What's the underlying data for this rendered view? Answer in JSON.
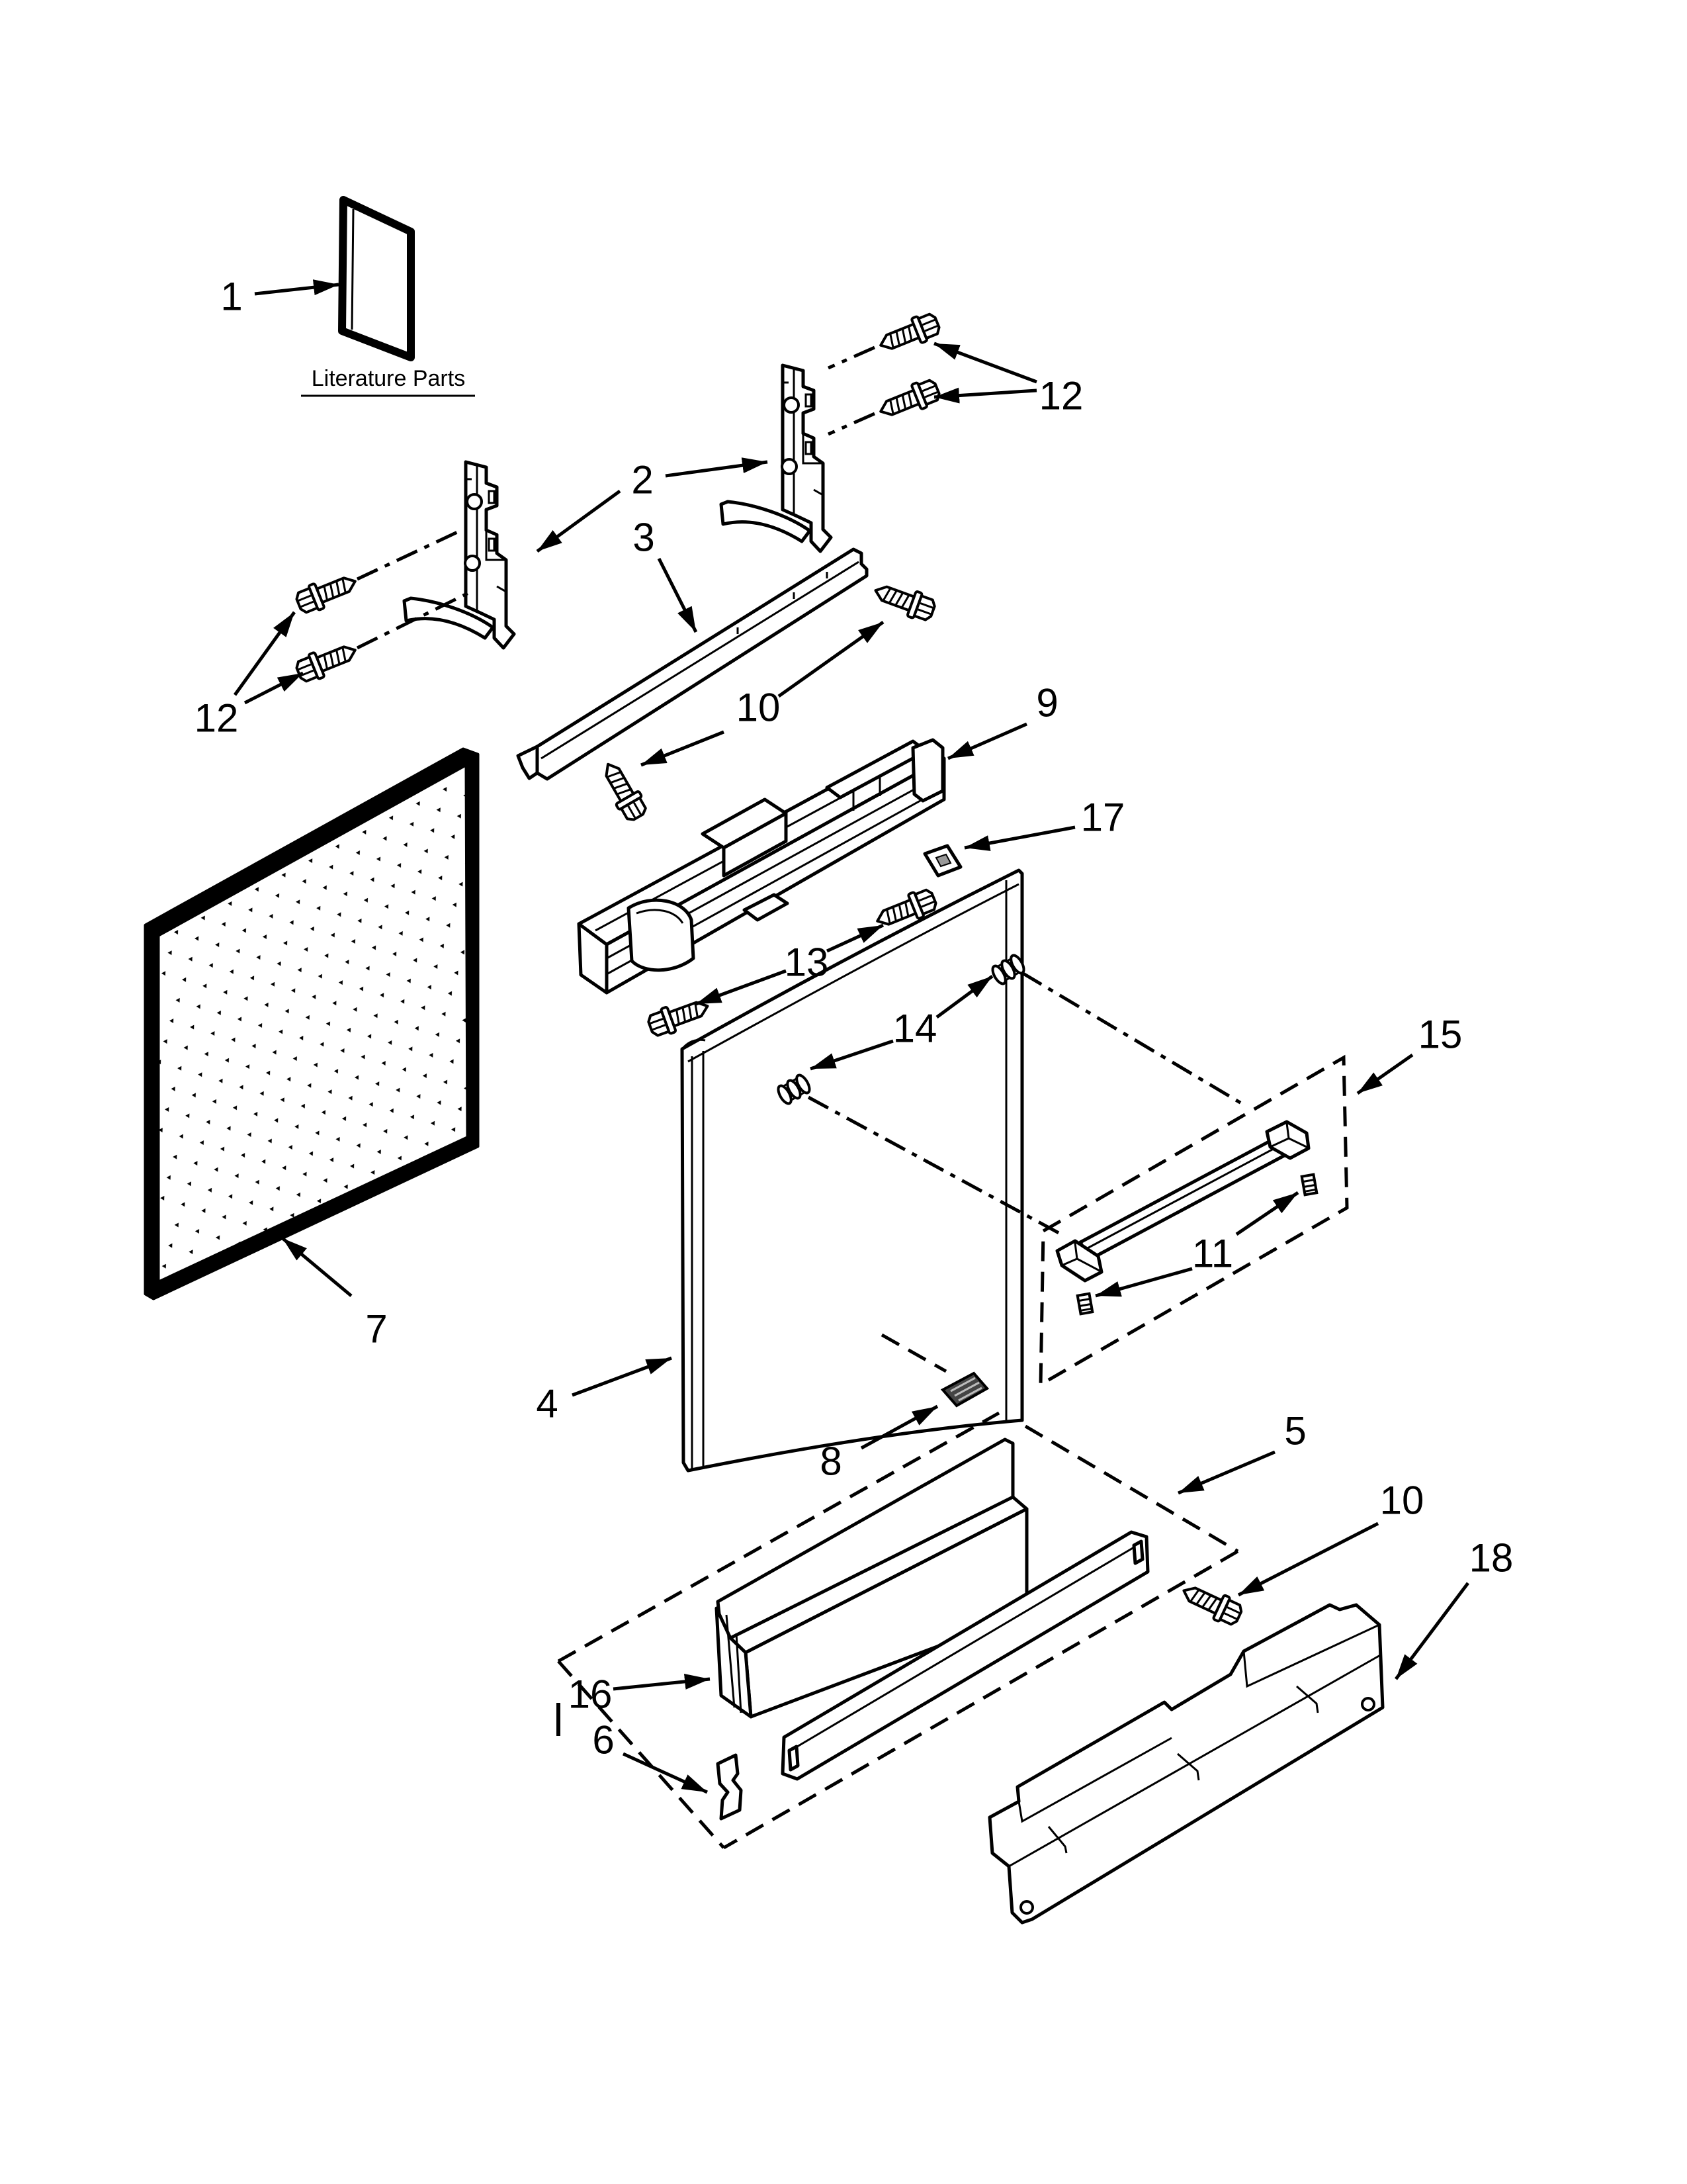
{
  "diagram": {
    "literature_caption": "Literature Parts",
    "callouts": [
      {
        "label": "1"
      },
      {
        "label": "12"
      },
      {
        "label": "2"
      },
      {
        "label": "3"
      },
      {
        "label": "12"
      },
      {
        "label": "10"
      },
      {
        "label": "9"
      },
      {
        "label": "17"
      },
      {
        "label": "13"
      },
      {
        "label": "14"
      },
      {
        "label": "15"
      },
      {
        "label": "7"
      },
      {
        "label": "11"
      },
      {
        "label": "4"
      },
      {
        "label": "8"
      },
      {
        "label": "5"
      },
      {
        "label": "10"
      },
      {
        "label": "18"
      },
      {
        "label": "16"
      },
      {
        "label": "6"
      }
    ]
  },
  "colors": {
    "line": "#000000",
    "background": "#ffffff",
    "badge": "#444444"
  }
}
